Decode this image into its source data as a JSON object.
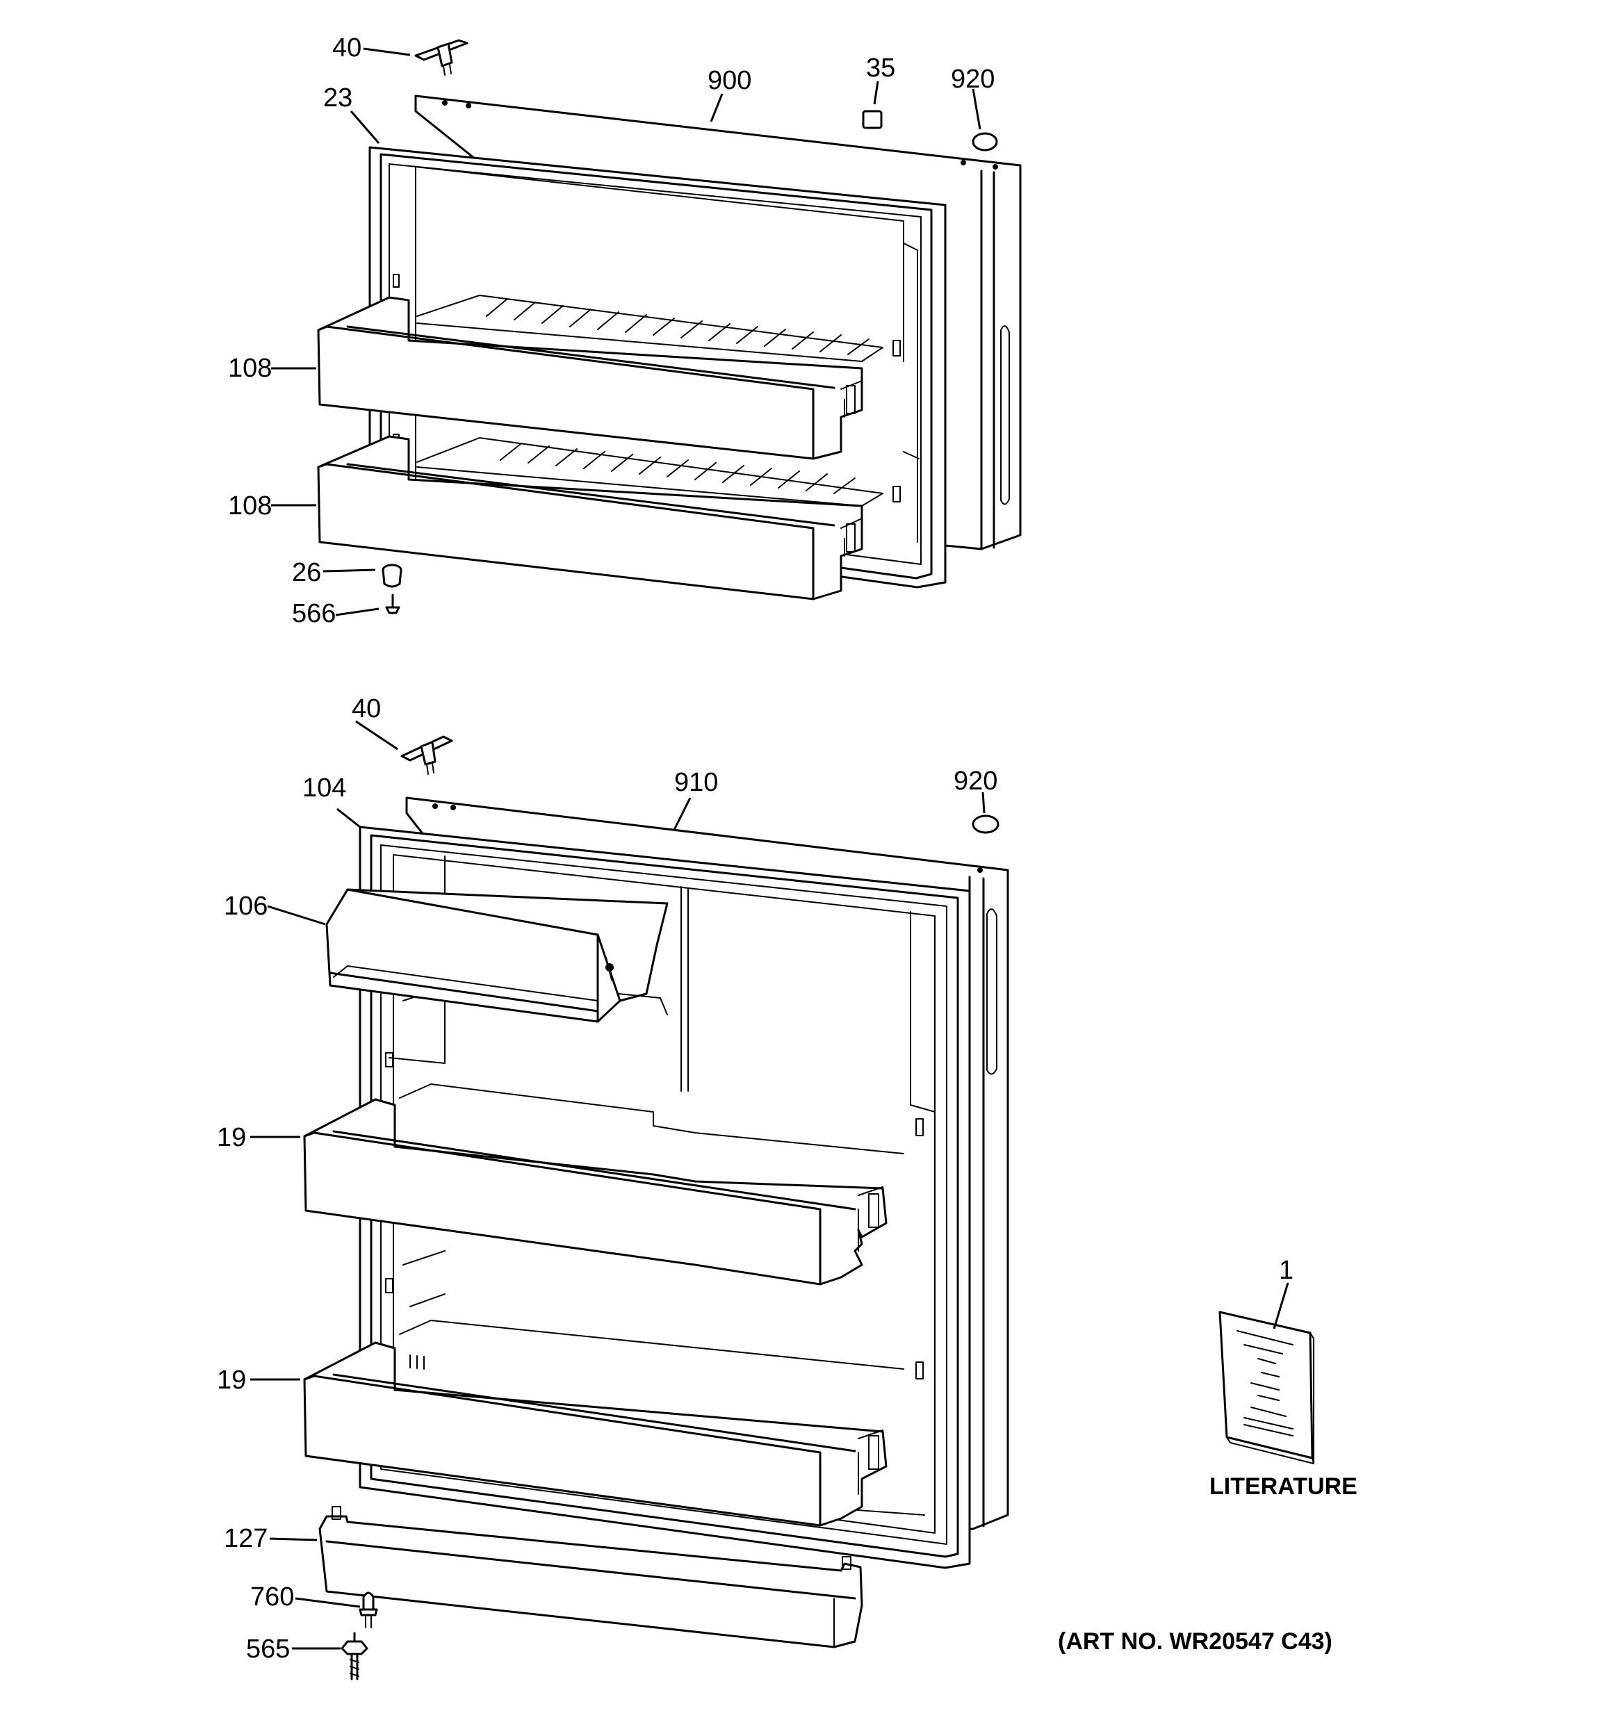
{
  "freezer_door": {
    "labels": {
      "hinge_pin_top": "40",
      "gasket": "23",
      "door_assembly": "900",
      "plug": "35",
      "hole_plug": "920",
      "shelf_upper": "108",
      "shelf_lower": "108",
      "stop": "26",
      "screw": "566"
    }
  },
  "fresh_food_door": {
    "labels": {
      "hinge_pin_top": "40",
      "gasket": "104",
      "door_assembly": "910",
      "hole_plug": "920",
      "dairy_door": "106",
      "shelf_upper": "19",
      "shelf_lower": "19",
      "rail": "127",
      "hinge_pin_bottom": "760",
      "screw": "565"
    }
  },
  "literature": {
    "number": "1",
    "caption": "LITERATURE"
  },
  "art_number": "(ART NO. WR20547 C43)"
}
